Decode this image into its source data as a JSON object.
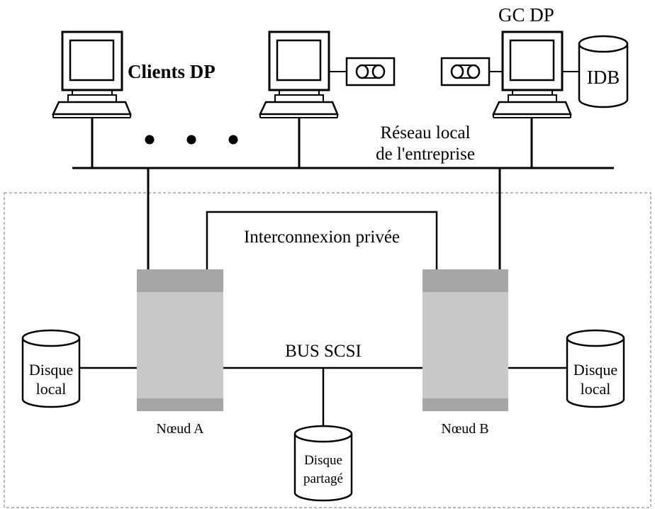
{
  "labels": {
    "clients": "Clients DP",
    "gc": "GC DP",
    "idb": "IDB",
    "lan_line1": "Réseau local",
    "lan_line2": "de l'entreprise",
    "private_interconnect": "Interconnexion privée",
    "scsi_bus": "BUS SCSI",
    "node_a": "Nœud A",
    "node_b": "Nœud B",
    "local_disk_line1": "Disque",
    "local_disk_line2": "local",
    "shared_disk_line1": "Disque",
    "shared_disk_line2": "partagé"
  },
  "colors": {
    "line": "#000000",
    "node_body": "#c8c8c8",
    "node_band": "#a6a6a6",
    "cluster_border": "#8a8a8a"
  },
  "icons": {
    "workstation": "computer-icon",
    "tape": "tape-drive-icon",
    "disk": "disk-cylinder-icon",
    "server": "cluster-node-icon"
  }
}
